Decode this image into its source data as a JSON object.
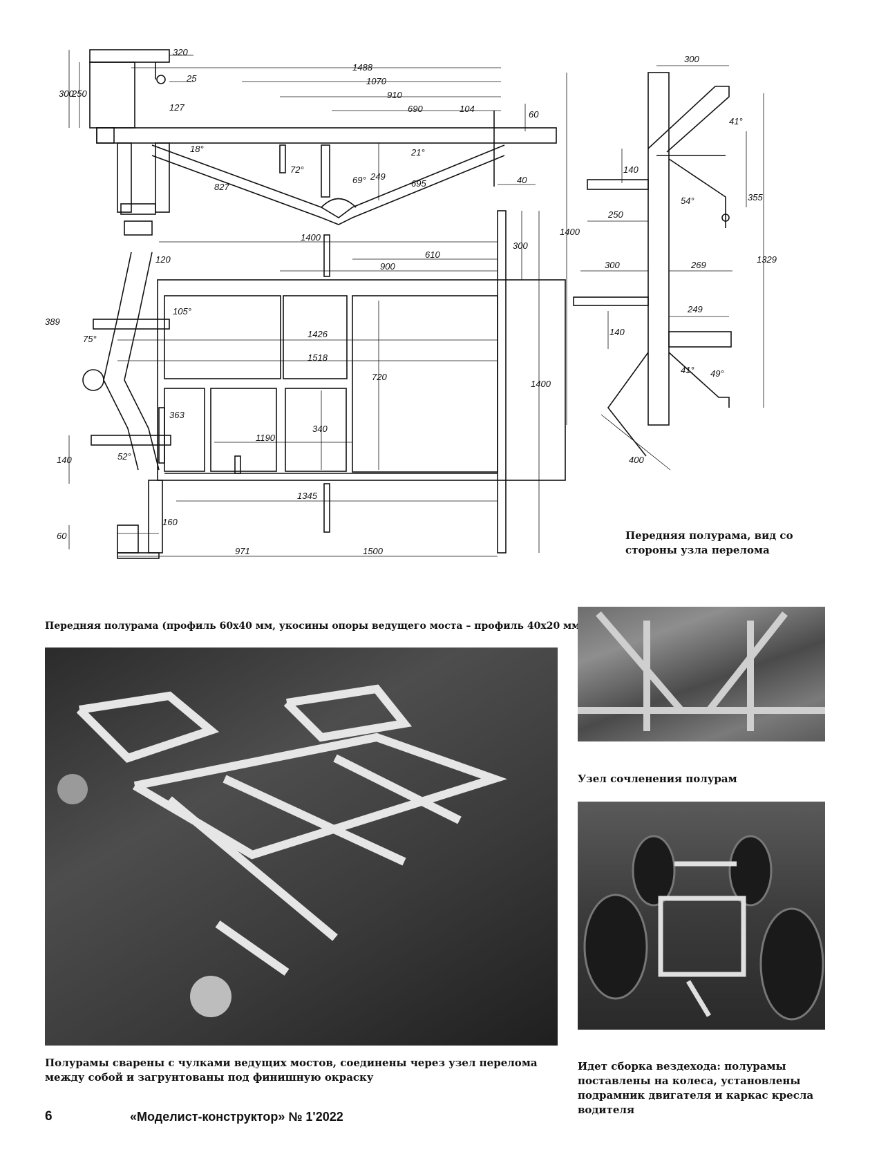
{
  "drawing_main": {
    "dims": [
      "320",
      "25",
      "1488",
      "1070",
      "910",
      "690",
      "104",
      "60",
      "127",
      "18°",
      "72°",
      "21°",
      "69°",
      "249",
      "827",
      "695",
      "40",
      "300",
      "250",
      "1400",
      "610",
      "900",
      "300",
      "120",
      "389",
      "105°",
      "75°",
      "1426",
      "1518",
      "720",
      "1400",
      "363",
      "1190",
      "340",
      "140",
      "52°",
      "1345",
      "160",
      "60",
      "971",
      "1500"
    ]
  },
  "drawing_side": {
    "dims": [
      "300",
      "41°",
      "140",
      "355",
      "54°",
      "250",
      "1400",
      "300",
      "269",
      "1329",
      "249",
      "140",
      "41°",
      "49°",
      "400"
    ]
  },
  "captions": {
    "side_view": "Передняя полурама, вид со стороны узла перелома",
    "main_drawing": "Передняя полурама (профиль 60х40 мм, укосины опоры ведущего моста – профиль 40х20 мм)",
    "joint_photo": "Узел сочленения полурам",
    "welded_photo": "Полурамы сварены с чулками ведущих мостов, соединены через узел перелома между собой и загрунтованы под финишную окраску",
    "assembly_photo": "Идет сборка вездехода: полурамы поставлены на колеса, установлены подрамник двигателя и каркас кресла водителя"
  },
  "footer": {
    "page_number": "6",
    "magazine": "«Моделист-конструктор» № 1'2022"
  }
}
